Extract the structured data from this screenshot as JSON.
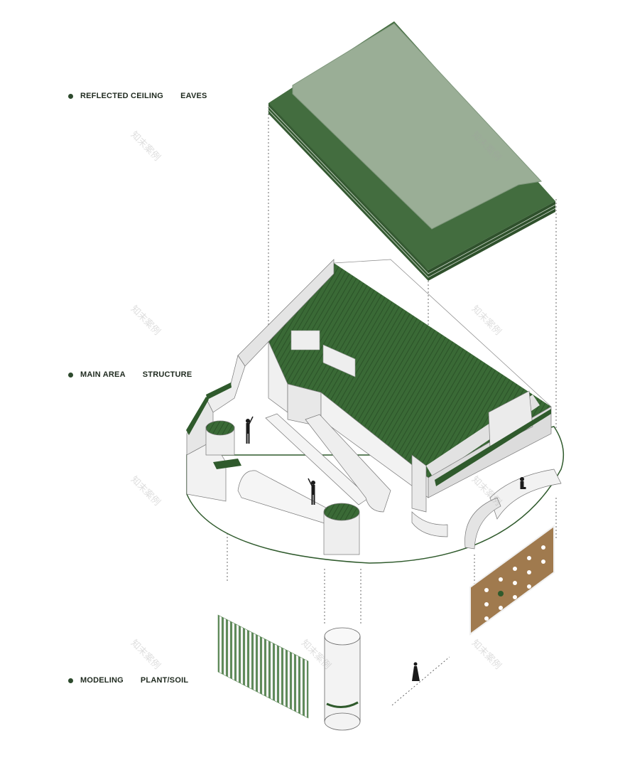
{
  "legend": [
    {
      "dot_color": "#2d4a2d",
      "label_a": "REFLECTED CEILING",
      "label_b": "EAVES"
    },
    {
      "dot_color": "#2d4a2d",
      "label_a": "MAIN AREA",
      "label_b": "STRUCTURE"
    },
    {
      "dot_color": "#2d4a2d",
      "label_a": "MODELING",
      "label_b": "PLANT/SOIL"
    }
  ],
  "watermark": "知末案例",
  "colors": {
    "dark_green": "#3f6b3c",
    "roof_green": "#9aae96",
    "moss": "#2f5a2c",
    "wood": "#a07a4e",
    "wall": "#ececec",
    "line": "#2b2b2b"
  }
}
